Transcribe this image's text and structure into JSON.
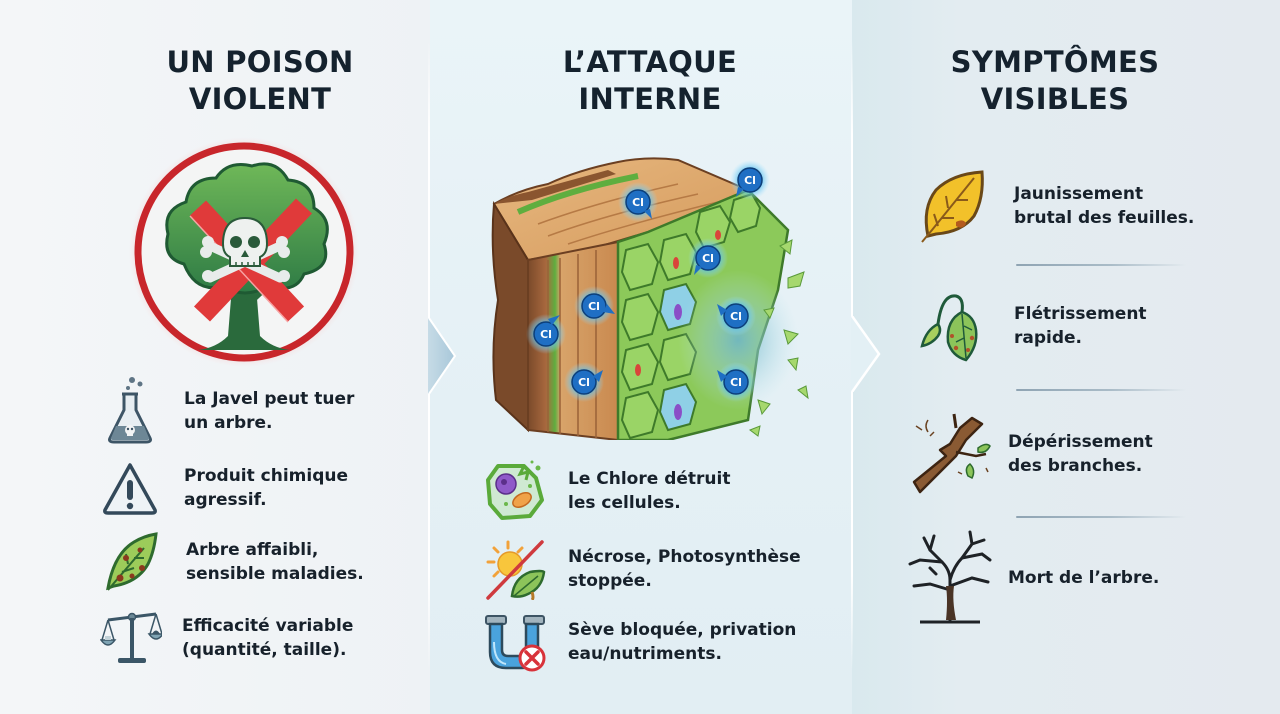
{
  "columns": [
    {
      "id": "poison",
      "heading": [
        "UN POISON",
        "VIOLENT"
      ],
      "hero": "poisoned-tree-badge",
      "items": [
        {
          "icon": "poison-flask-icon",
          "text": [
            "La Javel peut tuer",
            "un arbre."
          ]
        },
        {
          "icon": "warning-triangle-icon",
          "text": [
            "Produit chimique",
            "agressif."
          ]
        },
        {
          "icon": "diseased-leaf-icon",
          "text": [
            "Arbre affaibli,",
            "sensible maladies."
          ]
        },
        {
          "icon": "balance-scale-icon",
          "text": [
            "Efficacité variable",
            "(quantité, taille)."
          ]
        }
      ]
    },
    {
      "id": "attack",
      "heading": [
        "L’ATTAQUE",
        "INTERNE"
      ],
      "hero": "wood-cross-section-chlorine-attack",
      "hero_labels": [
        "Cl",
        "Cl",
        "Cl",
        "Cl",
        "Cl",
        "Cl",
        "Cl",
        "Cl"
      ],
      "items": [
        {
          "icon": "damaged-cell-icon",
          "text": [
            "Le Chlore détruit",
            "les cellules."
          ]
        },
        {
          "icon": "no-photosynthesis-icon",
          "text": [
            "Nécrose, Photosynthèse",
            "stoppée."
          ]
        },
        {
          "icon": "blocked-pipe-icon",
          "text": [
            "Sève bloquée, privation",
            "eau/nutriments."
          ]
        }
      ]
    },
    {
      "id": "symptoms",
      "heading": [
        "SYMPTÔMES",
        "VISIBLES"
      ],
      "items": [
        {
          "icon": "yellow-leaf-icon",
          "text": [
            "Jaunissement",
            "brutal des feuilles."
          ]
        },
        {
          "icon": "wilted-leaves-icon",
          "text": [
            "Flétrissement",
            "rapide."
          ]
        },
        {
          "icon": "broken-branch-icon",
          "text": [
            "Dépérissement",
            "des branches."
          ]
        },
        {
          "icon": "dead-tree-icon",
          "text": [
            "Mort de l’arbre."
          ]
        }
      ]
    }
  ],
  "colors": {
    "heading": "#15222e",
    "text": "#17212b",
    "badge_red": "#c8262b",
    "tree_green": "#2f7d46",
    "chlorine_blue": "#1f6fc4",
    "cell_green": "#7cbf4a",
    "wood_tan": "#d8a46a",
    "bark_brown": "#7a4a2a"
  }
}
